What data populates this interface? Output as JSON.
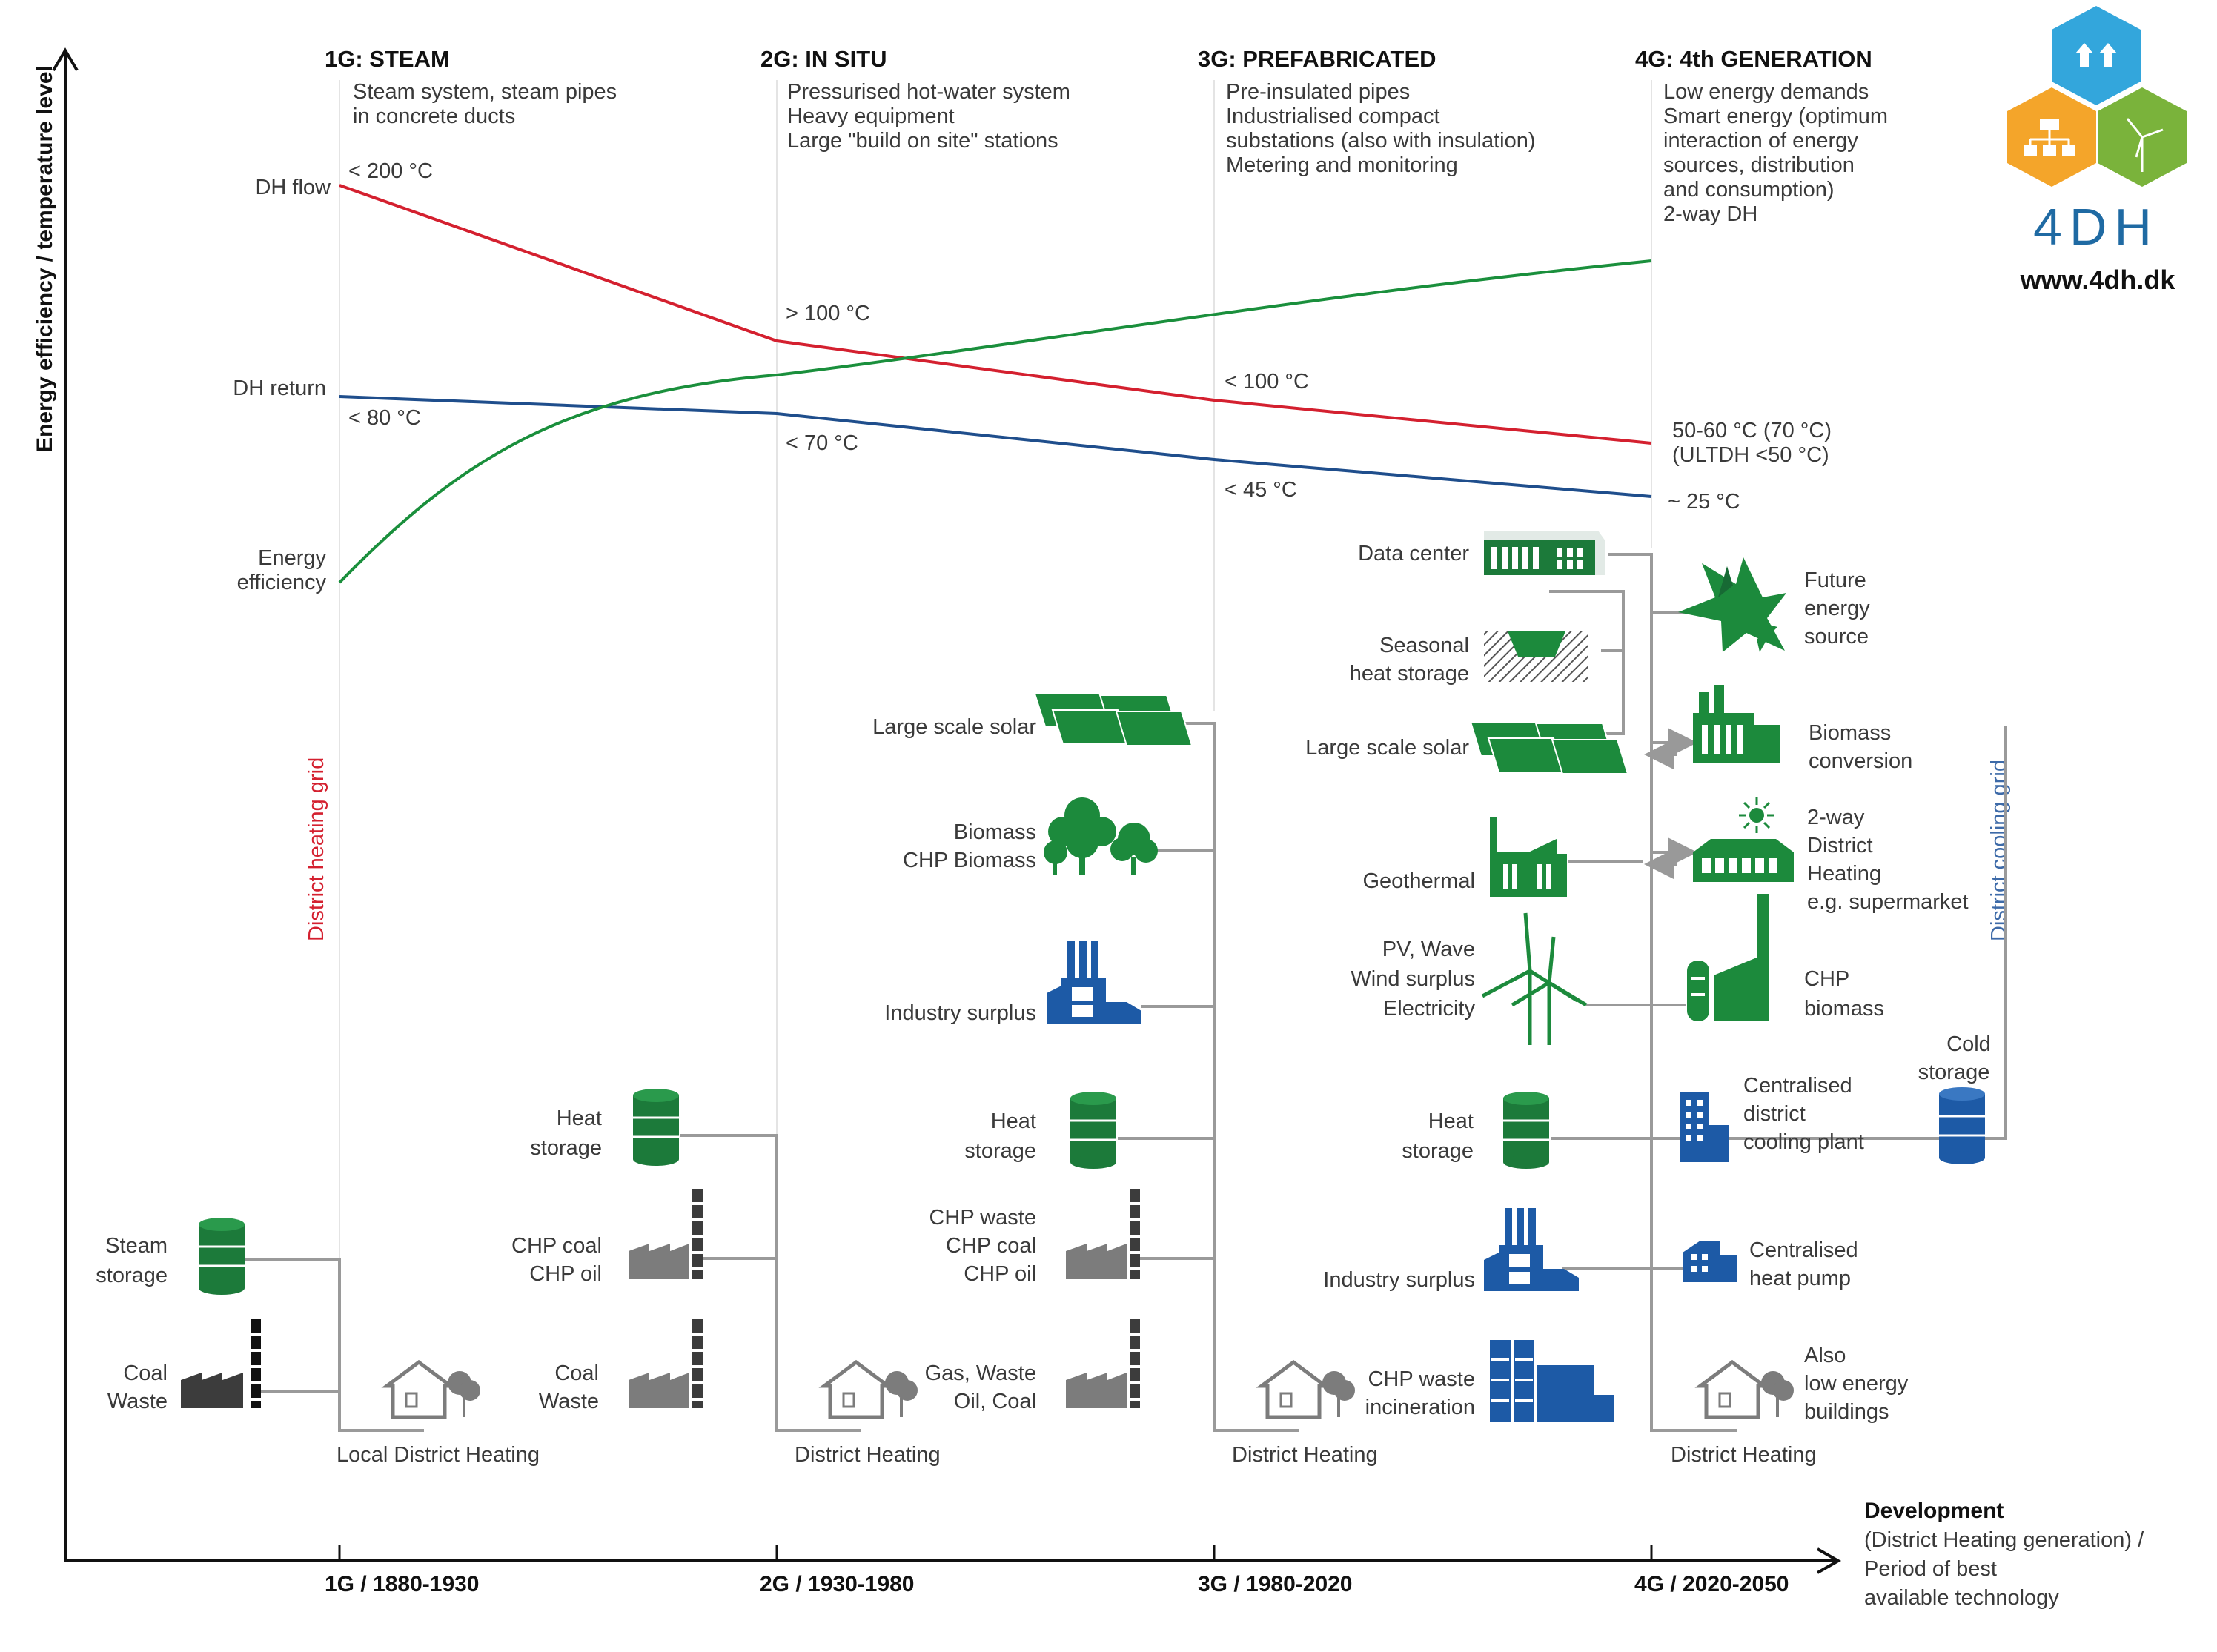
{
  "y_axis_label": "Energy efficiency / temperature level",
  "x_axis": {
    "title": "Development",
    "subtitle": [
      "(District Heating generation) /",
      "Period of best",
      "available technology"
    ],
    "ticks": [
      "1G / 1880-1930",
      "2G / 1930-1980",
      "3G / 1980-2020",
      "4G / 2020-2050"
    ]
  },
  "generations": [
    {
      "title": "1G: STEAM",
      "desc": [
        "Steam system, steam pipes",
        "in concrete ducts"
      ]
    },
    {
      "title": "2G: IN SITU",
      "desc": [
        "Pressurised hot-water system",
        "Heavy equipment",
        "Large \"build on site\" stations"
      ]
    },
    {
      "title": "3G: PREFABRICATED",
      "desc": [
        "Pre-insulated pipes",
        "Industrialised compact",
        "substations (also with insulation)",
        "Metering and monitoring"
      ]
    },
    {
      "title": "4G: 4th GENERATION",
      "desc": [
        "Low energy demands",
        "Smart energy (optimum",
        "interaction of energy",
        "sources, distribution",
        "and consumption)",
        "2-way DH"
      ]
    }
  ],
  "curve_labels": {
    "flow": "DH flow",
    "return": "DH return",
    "efficiency": [
      "Energy",
      "efficiency"
    ]
  },
  "temperatures": {
    "flow": [
      "< 200 °C",
      "> 100 °C",
      "< 100 °C",
      "50-60 °C  (70 °C)",
      "(ULTDH <50 °C)"
    ],
    "return": [
      "< 80 °C",
      "< 70 °C",
      "< 45 °C",
      "~ 25 °C"
    ]
  },
  "grid_labels": {
    "heating": "District heating grid",
    "cooling": "District cooling grid"
  },
  "logo": {
    "text": "4DH",
    "url": "www.4dh.dk"
  },
  "gen1": {
    "sources": [
      [
        "Steam",
        "storage"
      ],
      [
        "Coal",
        "Waste"
      ]
    ],
    "result": "Local District Heating"
  },
  "gen2": {
    "sources": [
      [
        "Heat",
        "storage"
      ],
      [
        "CHP coal",
        "CHP oil"
      ],
      [
        "Coal",
        "Waste"
      ]
    ],
    "result": "District Heating"
  },
  "gen3": {
    "sources": [
      [
        "Large scale solar"
      ],
      [
        "Biomass",
        "CHP Biomass"
      ],
      [
        "Industry surplus"
      ],
      [
        "Heat",
        "storage"
      ],
      [
        "CHP waste",
        "CHP coal",
        "CHP oil"
      ],
      [
        "Gas, Waste",
        "Oil, Coal"
      ]
    ],
    "result": "District Heating"
  },
  "gen4": {
    "sources": [
      [
        "Data center"
      ],
      [
        "Seasonal",
        "heat storage"
      ],
      [
        "Large scale solar"
      ],
      [
        "Geothermal"
      ],
      [
        "PV, Wave",
        "Wind surplus",
        "Electricity"
      ],
      [
        "Heat",
        "storage"
      ],
      [
        "Industry surplus"
      ],
      [
        "CHP waste",
        "incineration"
      ]
    ],
    "right": [
      [
        "Future",
        "energy",
        "source"
      ],
      [
        "Biomass",
        "conversion"
      ],
      [
        "2-way",
        "District",
        "Heating",
        "e.g. supermarket"
      ],
      [
        "CHP",
        "biomass"
      ],
      [
        "Centralised",
        "district",
        "cooling plant"
      ],
      [
        "Cold",
        "storage"
      ],
      [
        "Centralised",
        "heat pump"
      ],
      [
        "Also",
        "low energy",
        "buildings"
      ]
    ],
    "result": "District Heating"
  },
  "colors": {
    "flow": "#d4202f",
    "return": "#1f4e8c",
    "efficiency": "#1a8f3c",
    "green_icon": "#1c8a3c",
    "dark_green": "#176a34",
    "blue_icon": "#1d5aa6",
    "grey_icon": "#7c7c7c",
    "dark_grey": "#3c3c3c",
    "connector": "#9a9a9a",
    "heating_grid": "#d4202f",
    "cooling_grid": "#3d6aa8"
  }
}
